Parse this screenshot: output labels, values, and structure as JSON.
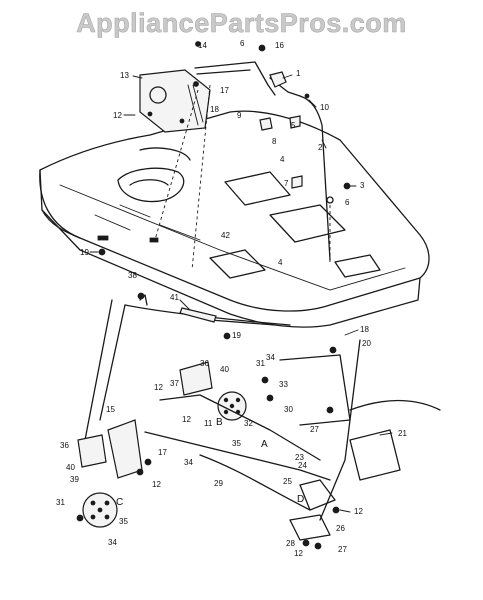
{
  "watermark": "AppliancePartsPros.com",
  "callouts": {
    "c14": "14",
    "c6a": "6",
    "c16": "16",
    "c13": "13",
    "c17": "17",
    "c18a": "18",
    "c12a": "12",
    "c9": "9",
    "c1": "1",
    "c10": "10",
    "c5": "5",
    "c8": "8",
    "c2": "2",
    "c4a": "4",
    "c7": "7",
    "c3": "3",
    "c6b": "6",
    "c42": "42",
    "c19a": "19",
    "c4b": "4",
    "c38": "38",
    "c41": "41",
    "c19b": "19",
    "c18b": "18",
    "c20": "20",
    "c34a": "34",
    "c36a": "36",
    "c40a": "40",
    "c31a": "31",
    "c12b": "12",
    "c37": "37",
    "c33": "33",
    "c15": "15",
    "c12c": "12",
    "c11": "11",
    "c32": "32",
    "c30": "30",
    "cB": "B",
    "cA": "A",
    "c35a": "35",
    "c27a": "27",
    "c21": "21",
    "c36b": "36",
    "c17b": "17",
    "c23": "23",
    "c24": "24",
    "c40b": "40",
    "c34b": "34",
    "c39": "39",
    "c12d": "12",
    "c29": "29",
    "c25": "25",
    "cC": "C",
    "cD": "D",
    "c31b": "31",
    "c12e": "12",
    "c35b": "35",
    "c26": "26",
    "c34c": "34",
    "c28": "28",
    "c12f": "12",
    "c27b": "27"
  }
}
